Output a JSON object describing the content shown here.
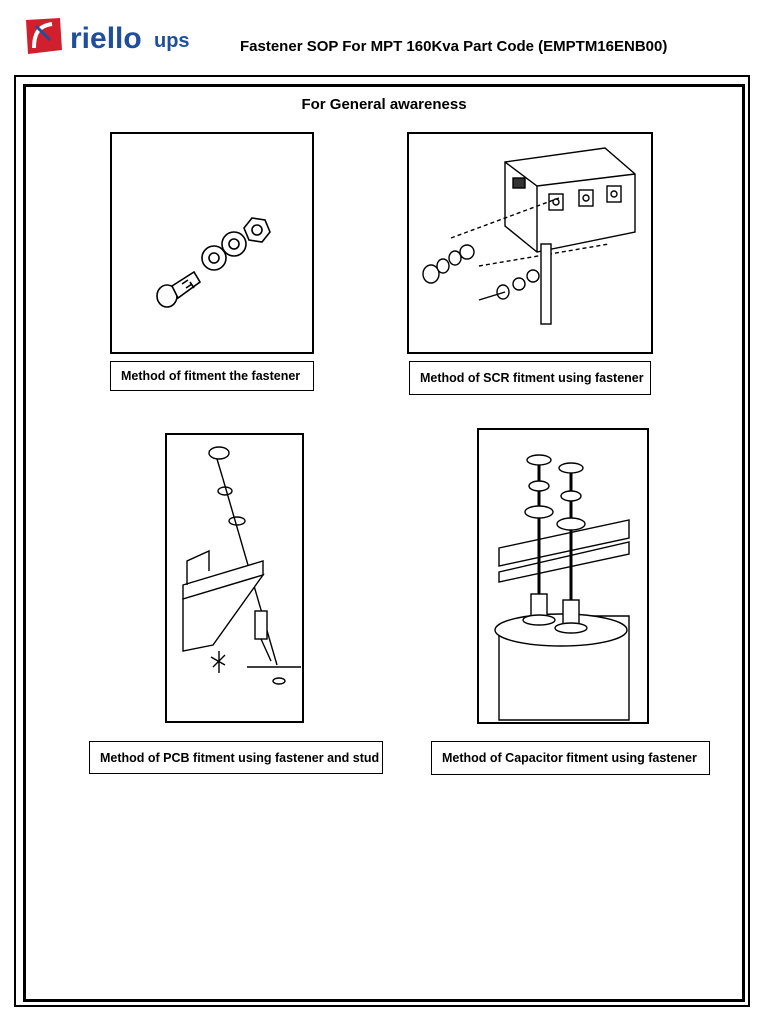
{
  "header": {
    "logo_text": "riello",
    "logo_suffix": "ups",
    "title": "Fastener SOP For MPT 160Kva Part Code (EMPTM16ENB00)"
  },
  "section": {
    "title": "For General awareness"
  },
  "figures": [
    {
      "caption": "Method of fitment the fastener",
      "icon": "bolt-washer-nut-illustration"
    },
    {
      "caption": "Method of SCR fitment using fastener",
      "icon": "scr-module-illustration"
    },
    {
      "caption": "Method of PCB fitment using fastener and stud",
      "icon": "pcb-standoff-illustration"
    },
    {
      "caption": "Method of Capacitor fitment using fastener",
      "icon": "capacitor-illustration"
    }
  ],
  "colors": {
    "logo_red": "#d11f2e",
    "logo_blue": "#1f4f9c",
    "ink": "#000000"
  }
}
